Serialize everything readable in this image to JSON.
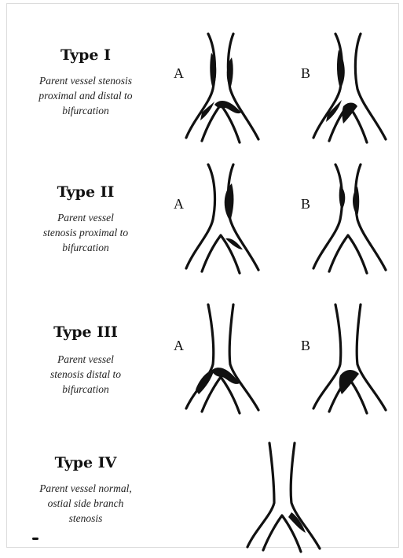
{
  "types": [
    {
      "title": "Type I",
      "description_lines": [
        "Parent vessel stenosis",
        "proximal and distal to",
        "bifurcation"
      ],
      "panels": [
        {
          "label": "A",
          "lesions": [
            "proximal-left",
            "proximal-right",
            "distal-main-left",
            "distal-carina"
          ]
        },
        {
          "label": "B",
          "lesions": [
            "proximal-left-long",
            "distal-main-left",
            "distal-side-branch"
          ]
        }
      ]
    },
    {
      "title": "Type II",
      "description_lines": [
        "Parent vessel",
        "stenosis proximal to",
        "bifurcation"
      ],
      "panels": [
        {
          "label": "A",
          "lesions": [
            "proximal-right",
            "distal-carina-small"
          ]
        },
        {
          "label": "B",
          "lesions": [
            "proximal-left-small",
            "proximal-right"
          ]
        }
      ]
    },
    {
      "title": "Type III",
      "description_lines": [
        "Parent vessel",
        "stenosis distal to",
        "bifurcation"
      ],
      "panels": [
        {
          "label": "A",
          "lesions": [
            "distal-main-left",
            "distal-carina-wide"
          ]
        },
        {
          "label": "B",
          "lesions": [
            "distal-side-branch"
          ]
        }
      ]
    },
    {
      "title": "Type IV",
      "description_lines": [
        "Parent vessel normal,",
        "ostial side branch",
        "stenosis"
      ],
      "panels": [
        {
          "label": "",
          "lesions": [
            "ostial-side-branch"
          ]
        }
      ]
    }
  ]
}
